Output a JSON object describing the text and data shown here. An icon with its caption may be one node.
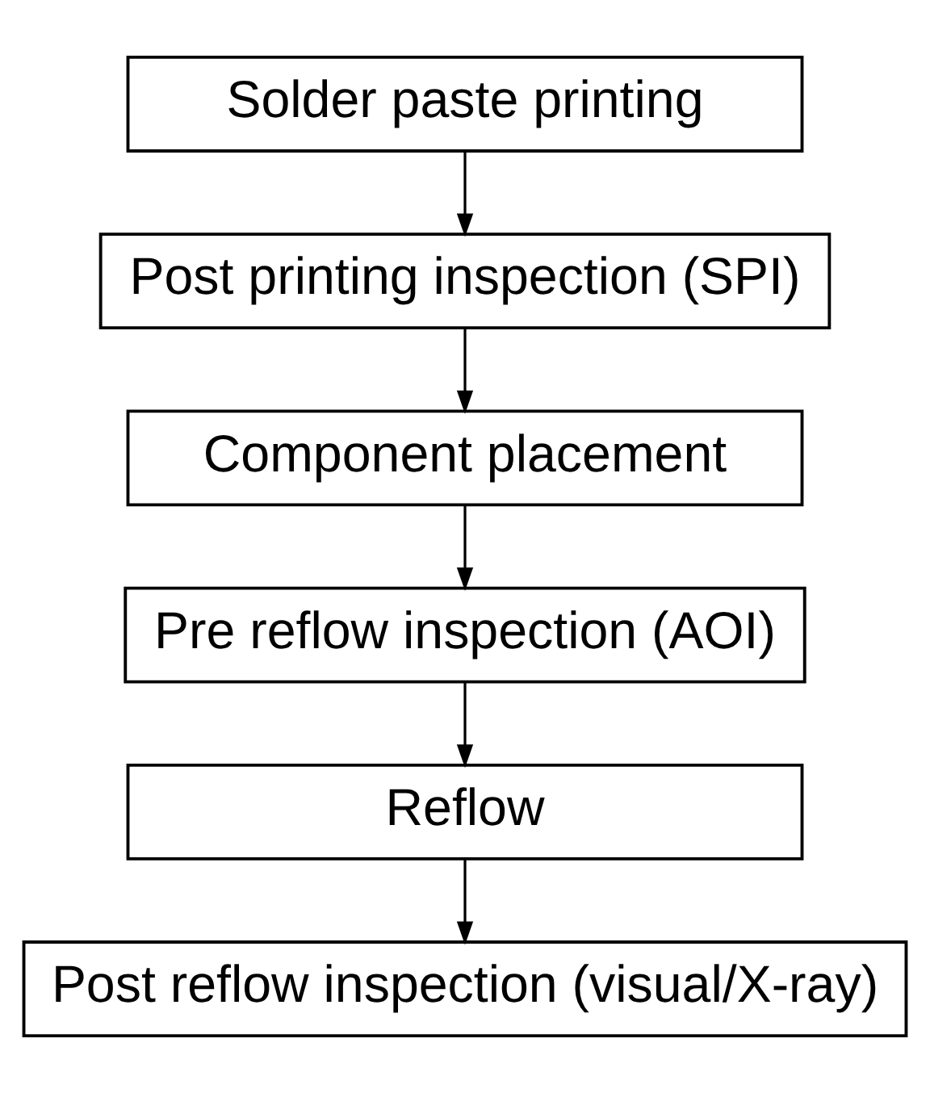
{
  "diagram": {
    "nodes": [
      {
        "text": [
          "Solder paste printing"
        ]
      },
      {
        "text": [
          "Post printing inspection (SPI)"
        ]
      },
      {
        "text": [
          "Component placement"
        ]
      },
      {
        "text": [
          "Pre reflow inspection (AOI)"
        ]
      },
      {
        "text": [
          "Reflow"
        ]
      },
      {
        "text": [
          "Post reflow inspection (visual/X-ray)"
        ]
      }
    ],
    "edges": [
      {
        "from": 0,
        "to": 1,
        "arrow": "to"
      },
      {
        "from": 1,
        "to": 2,
        "arrow": "to"
      },
      {
        "from": 2,
        "to": 3,
        "arrow": "to"
      },
      {
        "from": 3,
        "to": 4,
        "arrow": "to"
      },
      {
        "from": 4,
        "to": 5,
        "arrow": "to"
      }
    ]
  }
}
